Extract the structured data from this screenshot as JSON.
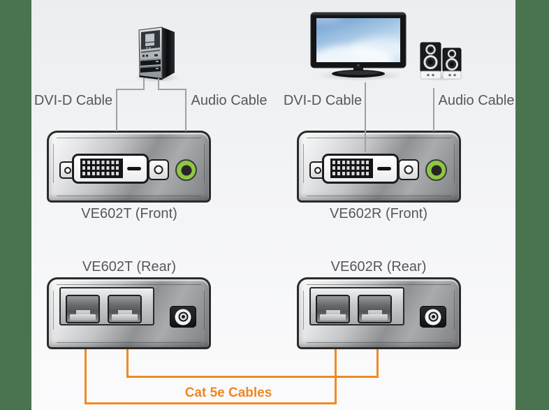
{
  "source_devices": {
    "computer": "computer-tower",
    "display": "widescreen-monitor",
    "speakers": "stereo-speakers"
  },
  "cable_labels": {
    "pc_dvi": "DVI-D Cable",
    "pc_audio": "Audio Cable",
    "display_dvi": "DVI-D Cable",
    "display_audio": "Audio Cable",
    "cat5e": "Cat 5e Cables"
  },
  "units": {
    "transmitter": {
      "front": "VE602T (Front)",
      "rear": "VE602T (Rear)"
    },
    "receiver": {
      "front": "VE602R (Front)",
      "rear": "VE602R (Rear)"
    }
  },
  "ports": {
    "front": [
      "dvi-d-port",
      "audio-jack"
    ],
    "rear": [
      "rj45-port-1",
      "rj45-port-2",
      "dc-power-jack"
    ]
  },
  "colors": {
    "margin_green": "#4a744f",
    "cable_orange": "#ef8a25",
    "audio_jack_green": "#8fc742",
    "label_grey": "#55575b",
    "line_grey": "#9ba1a6"
  }
}
